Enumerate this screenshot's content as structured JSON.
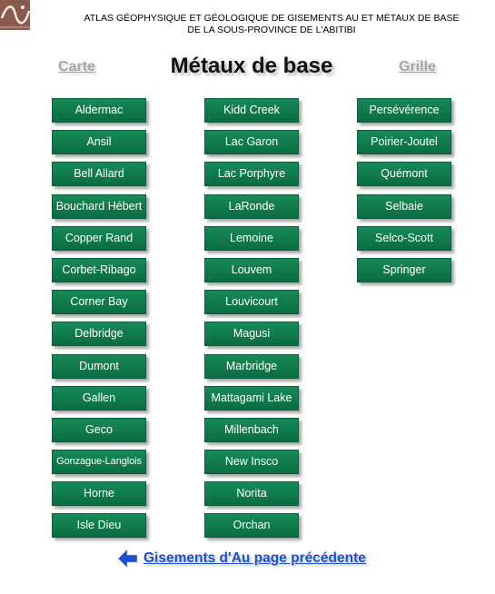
{
  "header": {
    "logo_icon": "atlas-logo-icon",
    "line1": "ATLAS GÉOPHYSIQUE ET GÉOLOGIQUE DE GISEMENTS AU ET MÉTAUX DE BASE",
    "line2": "DE LA SOUS-PROVINCE DE L'ABITIBI"
  },
  "nav": {
    "carte": "Carte",
    "grille": "Grille",
    "link_color": "#a6a6a6"
  },
  "title": "Métaux de base",
  "columns": [
    [
      "Aldermac",
      "Ansil",
      "Bell Allard",
      "Bouchard Hébert",
      "Copper Rand",
      "Corbet-Ribago",
      "Corner Bay",
      "Delbridge",
      "Dumont",
      "Gallen",
      "Geco",
      "Gonzague-Langlois",
      "Horne",
      "Isle Dieu"
    ],
    [
      "Kidd Creek",
      "Lac Garon",
      "Lac Porphyre",
      "LaRonde",
      "Lemoine",
      "Louvem",
      "Louvicourt",
      "Magusi",
      "Marbridge",
      "Mattagami Lake",
      "Millenbach",
      "New Insco",
      "Norita",
      "Orchan"
    ],
    [
      "Persévérence",
      "Poirier-Joutel",
      "Quémont",
      "Selbaie",
      "Selco-Scott",
      "Springer"
    ]
  ],
  "button_color": "#0f7a4a",
  "back": {
    "icon": "arrow-left-icon",
    "label": "Gisements d'Au page précédente",
    "color": "#1a4fd6"
  }
}
